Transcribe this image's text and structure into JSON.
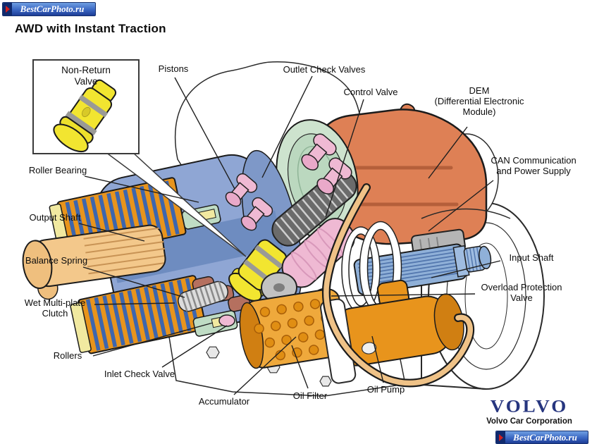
{
  "watermark_top": "BestCarPhoto.ru",
  "title": "AWD with Instant Traction",
  "callout": {
    "label": "Non-Return\nValve"
  },
  "labels": {
    "pistons": "Pistons",
    "outlet_check_valves": "Outlet Check Valves",
    "control_valve": "Control Valve",
    "dem": "DEM\n(Differential Electronic\nModule)",
    "can": "CAN Communication\nand Power Supply",
    "roller_bearing": "Roller Bearing",
    "output_shaft": "Output Shaft",
    "balance_spring": "Balance Spring",
    "wet_clutch": "Wet Multi-plate\nClutch",
    "rollers": "Rollers",
    "inlet_check_valve": "Inlet Check Valve",
    "accumulator": "Accumulator",
    "oil_filter": "Oil Filter",
    "oil_pump": "Oil Pump",
    "input_shaft": "Input Shaft",
    "overload_protection_valve": "Overload Protection\nValve"
  },
  "footer": {
    "logo": "VOLVO",
    "company": "Volvo Car Corporation",
    "watermark": "BestCarPhoto.ru"
  },
  "colors": {
    "housing_blue": "#8FA6D4",
    "clutch_plate_blue": "#3D66AE",
    "clutch_orange": "#E8941C",
    "dem_orange": "#DE8055",
    "valve_yellow": "#F2E530",
    "piston_pink": "#EFB9D3",
    "shaft_tan": "#F3C88B",
    "pipe_tan": "#EFC287",
    "volvo_blue": "#27367F",
    "watermark_blue": "#1D3D96"
  }
}
